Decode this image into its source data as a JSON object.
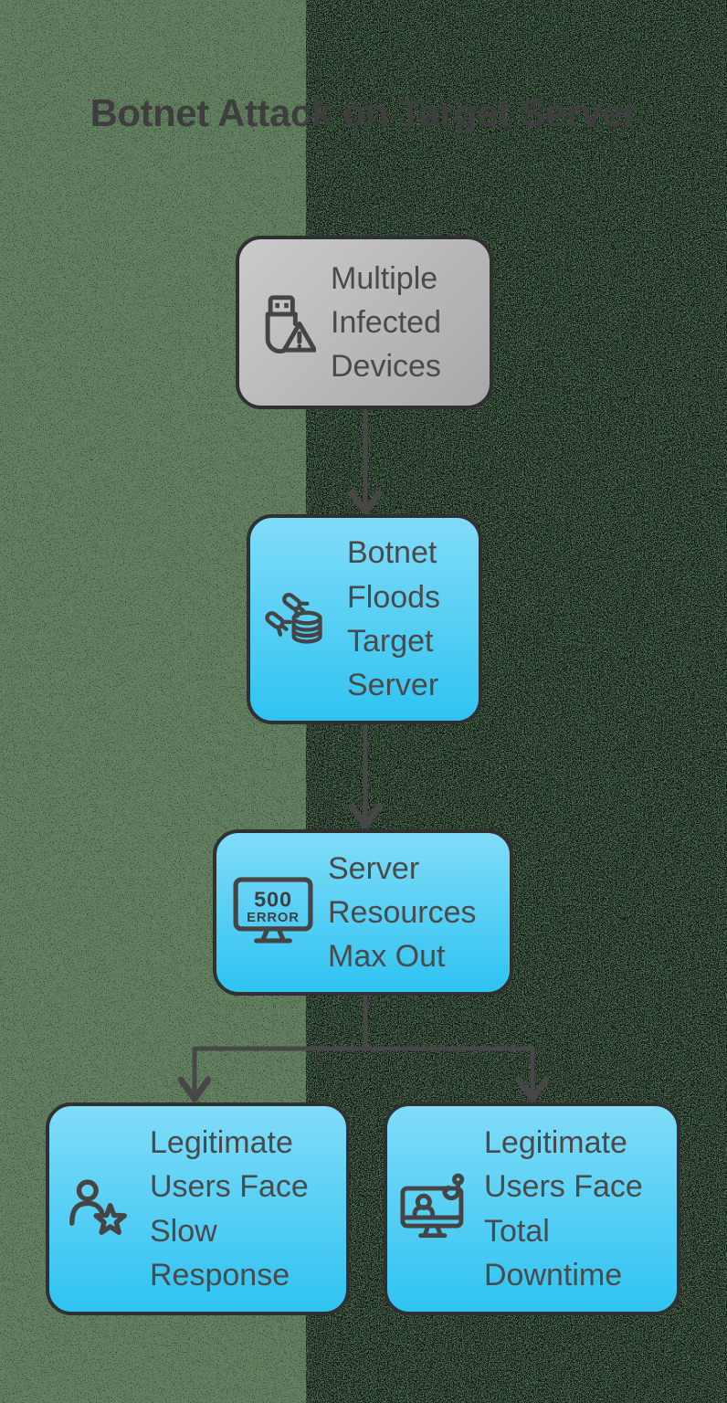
{
  "title": "Botnet Attack on Target Server",
  "colors": {
    "background_green": "#4d6a50",
    "background_light_band": "#62805f",
    "node_blue_top": "#80dcf8",
    "node_blue_bottom": "#2fc3f1",
    "node_gray_top": "#cbcbcb",
    "node_gray_bottom": "#a8a8aa",
    "node_border": "#303030",
    "node_text": "#4a4a4a",
    "connector": "#474747",
    "title_text": "#3e3e3e"
  },
  "flowchart": {
    "nodes": [
      {
        "id": "multiple-infected-devices",
        "label": "Multiple\nInfected\nDevices",
        "icon": "usb-warning-icon",
        "variant": "gray"
      },
      {
        "id": "botnet-floods-target-server",
        "label": "Botnet\nFloods\nTarget\nServer",
        "icon": "bombs-database-icon",
        "variant": "blue"
      },
      {
        "id": "server-resources-max-out",
        "label": "Server\nResources\nMax Out",
        "icon": "server-500-error-icon",
        "variant": "blue",
        "icon_text_line1": "500",
        "icon_text_line2": "ERROR"
      },
      {
        "id": "legitimate-users-slow-response",
        "label": "Legitimate\nUsers Face\nSlow\nResponse",
        "icon": "user-star-icon",
        "variant": "blue"
      },
      {
        "id": "legitimate-users-total-downtime",
        "label": "Legitimate\nUsers Face\nTotal\nDowntime",
        "icon": "monitor-user-hook-icon",
        "variant": "blue"
      }
    ],
    "edges": [
      {
        "from": "multiple-infected-devices",
        "to": "botnet-floods-target-server"
      },
      {
        "from": "botnet-floods-target-server",
        "to": "server-resources-max-out"
      },
      {
        "from": "server-resources-max-out",
        "to": "legitimate-users-slow-response"
      },
      {
        "from": "server-resources-max-out",
        "to": "legitimate-users-total-downtime"
      }
    ]
  }
}
